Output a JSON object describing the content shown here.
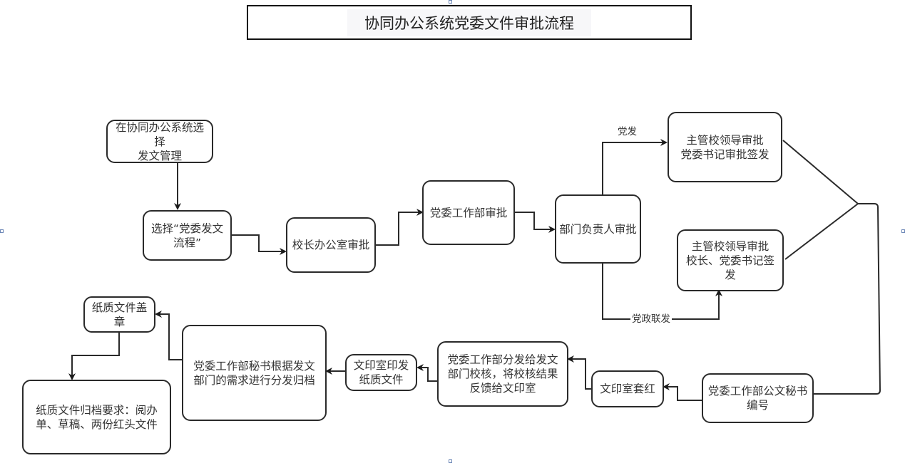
{
  "title": "协同办公系统党委文件审批流程",
  "nodes": {
    "select_module": "在协同办公系统选择\n发文管理",
    "select_flow": "选择“党委发文\n流程”",
    "principal_office": "校长办公室审批",
    "party_work_dept": "党委工作部审批",
    "dept_head": "部门负责人审批",
    "party_issue_approval": "主管校领导审批\n党委书记审批签发",
    "joint_issue_approval": "主管校领导审批\n校长、党委书记签\n发",
    "secretary_numbering": "党委工作部公文秘书\n编号",
    "print_red_header": "文印室套红",
    "dept_review": "党委工作部分发给发文\n部门校核，将校核结果\n反馈给文印室",
    "print_paper": "文印室印发\n纸质文件",
    "distribute_archive": "党委工作部秘书根据发文\n部门的需求进行分发归档",
    "stamp": "纸质文件盖\n章",
    "archive_requirements": "纸质文件归档要求：阅办\n单、草稿、两份红头文件"
  },
  "edge_labels": {
    "party_issue": "党发",
    "joint_issue": "党政联发"
  },
  "colors": {
    "stroke": "#2a2a2a",
    "handle": "#6b86b6"
  }
}
